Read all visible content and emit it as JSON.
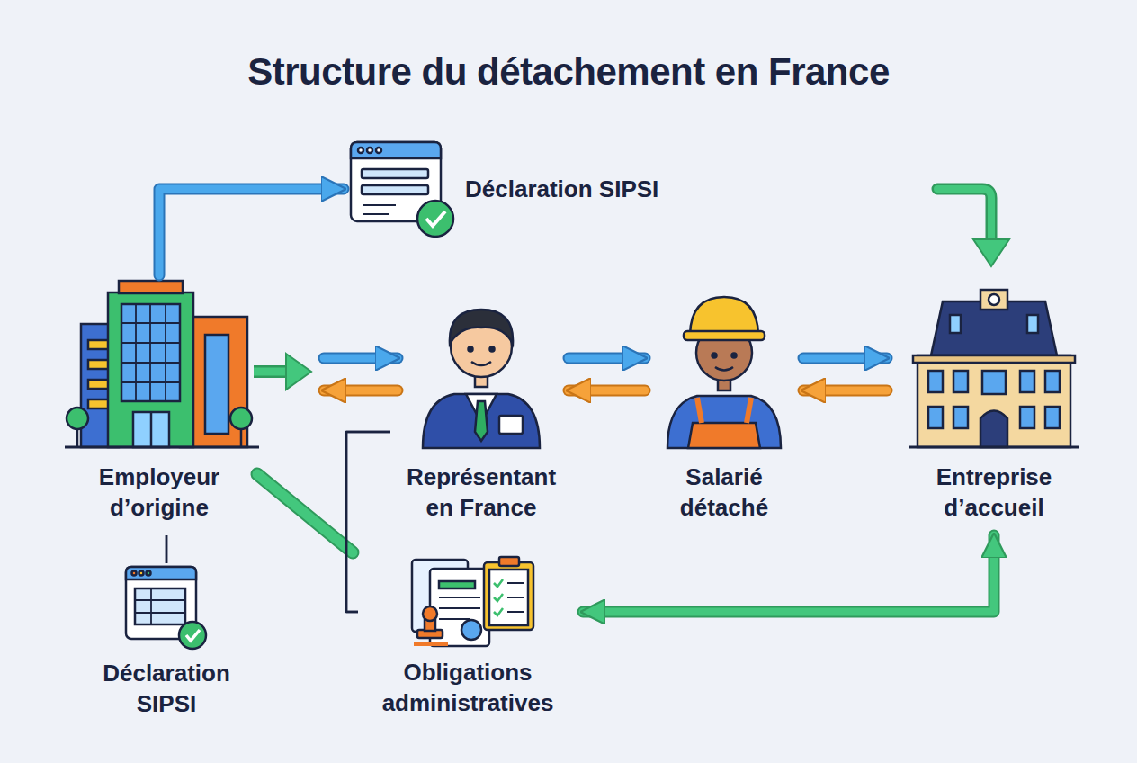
{
  "diagram": {
    "title": "Structure du détachement en France",
    "nodes": [
      {
        "text": [
          "Déclaration SIPSI"
        ]
      },
      {
        "text": [
          "Employeur d’origine"
        ]
      },
      {
        "text": [
          "Représentant en France"
        ]
      },
      {
        "text": [
          "Salarié détaché"
        ]
      },
      {
        "text": [
          "Entreprise d’accueil"
        ]
      },
      {
        "text": [
          "Déclaration SIPSI"
        ]
      },
      {
        "text": [
          "Obligations administratives"
        ]
      }
    ],
    "edges": [
      {
        "from": 1,
        "to": 0,
        "arrow": "to"
      },
      {
        "from": 1,
        "to": 2,
        "arrow": "both"
      },
      {
        "from": 2,
        "to": 3,
        "arrow": "both"
      },
      {
        "from": 3,
        "to": 4,
        "arrow": "both"
      },
      {
        "from": 1,
        "to": 5,
        "arrow": "none"
      },
      {
        "from": 1,
        "to": 6,
        "arrow": "none"
      },
      {
        "from": 2,
        "to": 6,
        "arrow": "none"
      },
      {
        "from": 6,
        "to": 4,
        "arrow": "both"
      }
    ]
  }
}
